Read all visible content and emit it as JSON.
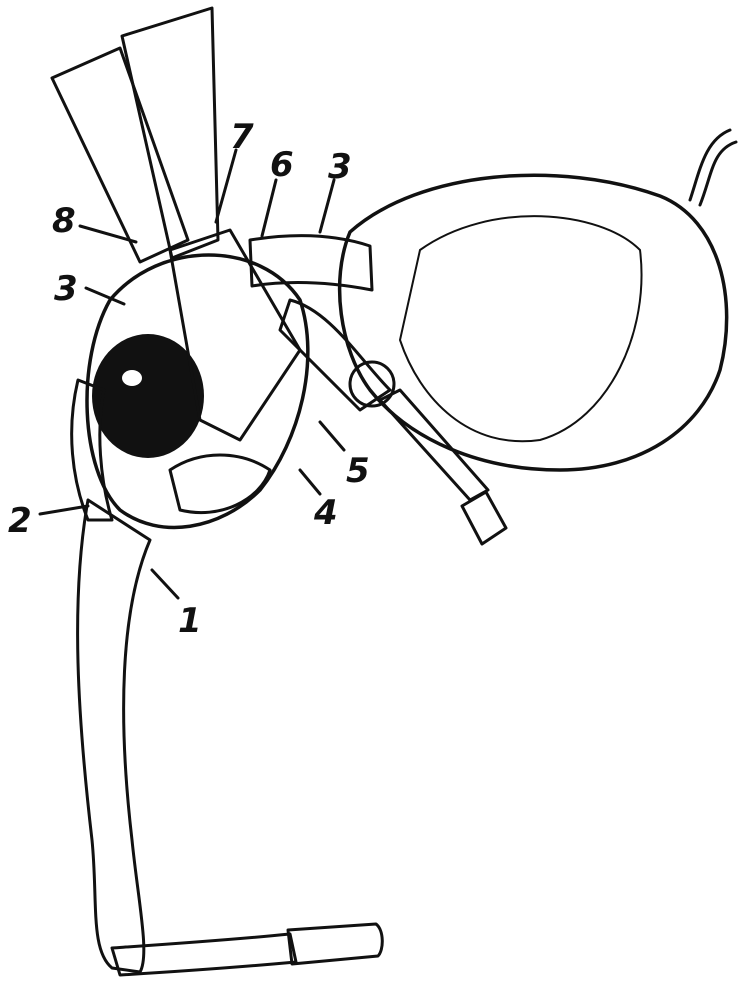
{
  "figure": {
    "labels": [
      {
        "id": "1",
        "text": "1"
      },
      {
        "id": "2",
        "text": "2"
      },
      {
        "id": "3a",
        "text": "3"
      },
      {
        "id": "3b",
        "text": "3"
      },
      {
        "id": "4",
        "text": "4"
      },
      {
        "id": "5",
        "text": "5"
      },
      {
        "id": "6",
        "text": "6"
      },
      {
        "id": "7",
        "text": "7"
      },
      {
        "id": "8",
        "text": "8"
      }
    ],
    "colors": {
      "ink": "#111111",
      "paper": "#ffffff"
    }
  }
}
